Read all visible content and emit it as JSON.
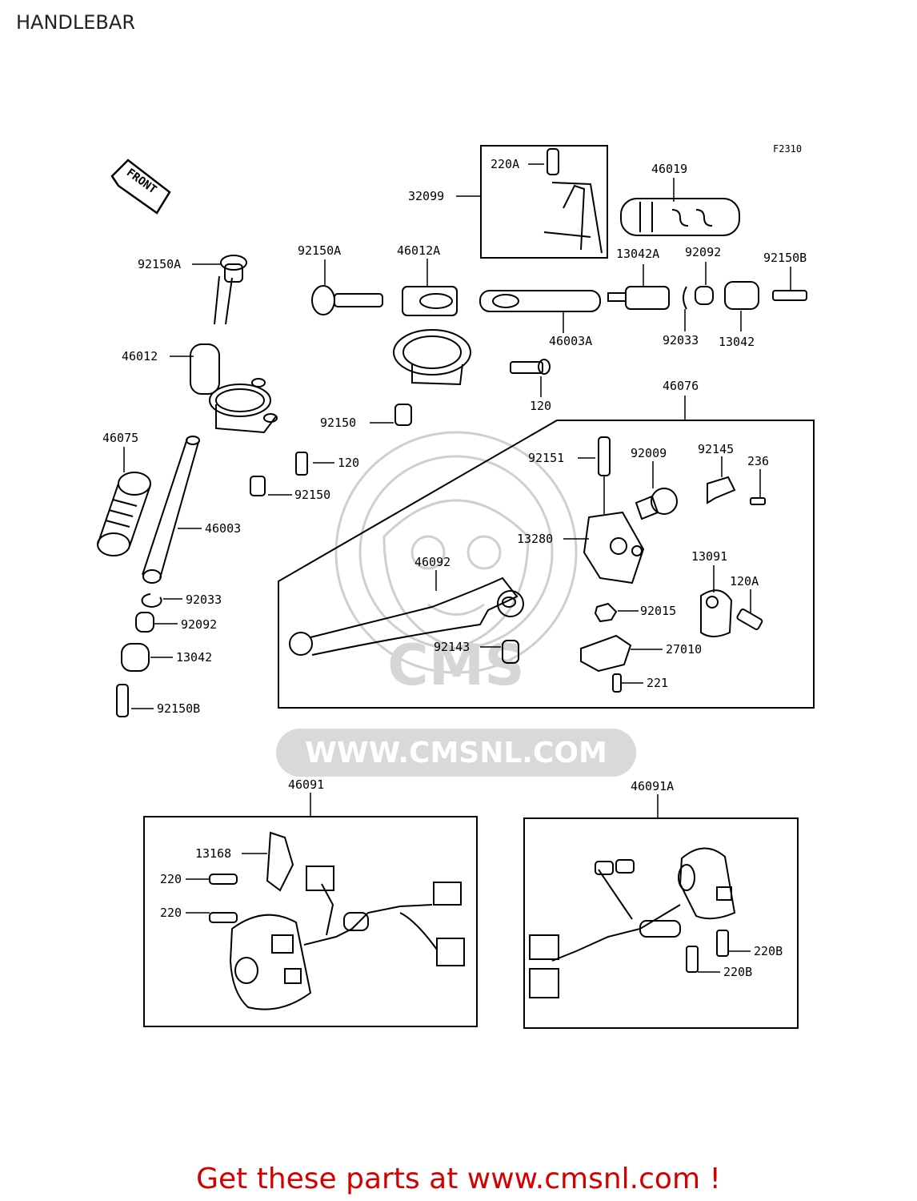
{
  "page": {
    "title": "HANDLEBAR",
    "figure_code": "F2310",
    "front_label": "FRONT",
    "watermark_text": "WWW.CMSNL.COM",
    "watermark_logo": "CMS",
    "footer_link": "Get these parts at www.cmsnl.com !"
  },
  "colors": {
    "line": "#000000",
    "watermark": "#c8c8c8",
    "link": "#d40000"
  },
  "parts": [
    {
      "key": "p220A",
      "label": "220A"
    },
    {
      "key": "p46019",
      "label": "46019"
    },
    {
      "key": "p32099",
      "label": "32099"
    },
    {
      "key": "p92150A_top",
      "label": "92150A"
    },
    {
      "key": "p46012A",
      "label": "46012A"
    },
    {
      "key": "p13042A",
      "label": "13042A"
    },
    {
      "key": "p92092_top",
      "label": "92092"
    },
    {
      "key": "p92150B_top",
      "label": "92150B"
    },
    {
      "key": "p92150A_left",
      "label": "92150A"
    },
    {
      "key": "p46003A",
      "label": "46003A"
    },
    {
      "key": "p92033_top",
      "label": "92033"
    },
    {
      "key": "p13042_top",
      "label": "13042"
    },
    {
      "key": "p46012",
      "label": "46012"
    },
    {
      "key": "p120_top",
      "label": "120"
    },
    {
      "key": "p92150_mid",
      "label": "92150"
    },
    {
      "key": "p46076",
      "label": "46076"
    },
    {
      "key": "p46075",
      "label": "46075"
    },
    {
      "key": "p120_left",
      "label": "120"
    },
    {
      "key": "p92150_left",
      "label": "92150"
    },
    {
      "key": "p92151",
      "label": "92151"
    },
    {
      "key": "p92009",
      "label": "92009"
    },
    {
      "key": "p92145",
      "label": "92145"
    },
    {
      "key": "p236",
      "label": "236"
    },
    {
      "key": "p46003",
      "label": "46003"
    },
    {
      "key": "p13280",
      "label": "13280"
    },
    {
      "key": "p46092",
      "label": "46092"
    },
    {
      "key": "p13091",
      "label": "13091"
    },
    {
      "key": "p120A",
      "label": "120A"
    },
    {
      "key": "p92033_left",
      "label": "92033"
    },
    {
      "key": "p92015",
      "label": "92015"
    },
    {
      "key": "p92092_left",
      "label": "92092"
    },
    {
      "key": "p92143",
      "label": "92143"
    },
    {
      "key": "p27010",
      "label": "27010"
    },
    {
      "key": "p13042_left",
      "label": "13042"
    },
    {
      "key": "p221",
      "label": "221"
    },
    {
      "key": "p92150B_left",
      "label": "92150B"
    },
    {
      "key": "p46091",
      "label": "46091"
    },
    {
      "key": "p46091A",
      "label": "46091A"
    },
    {
      "key": "p13168",
      "label": "13168"
    },
    {
      "key": "p220_a",
      "label": "220"
    },
    {
      "key": "p220_b",
      "label": "220"
    },
    {
      "key": "p220B_a",
      "label": "220B"
    },
    {
      "key": "p220B_b",
      "label": "220B"
    }
  ]
}
